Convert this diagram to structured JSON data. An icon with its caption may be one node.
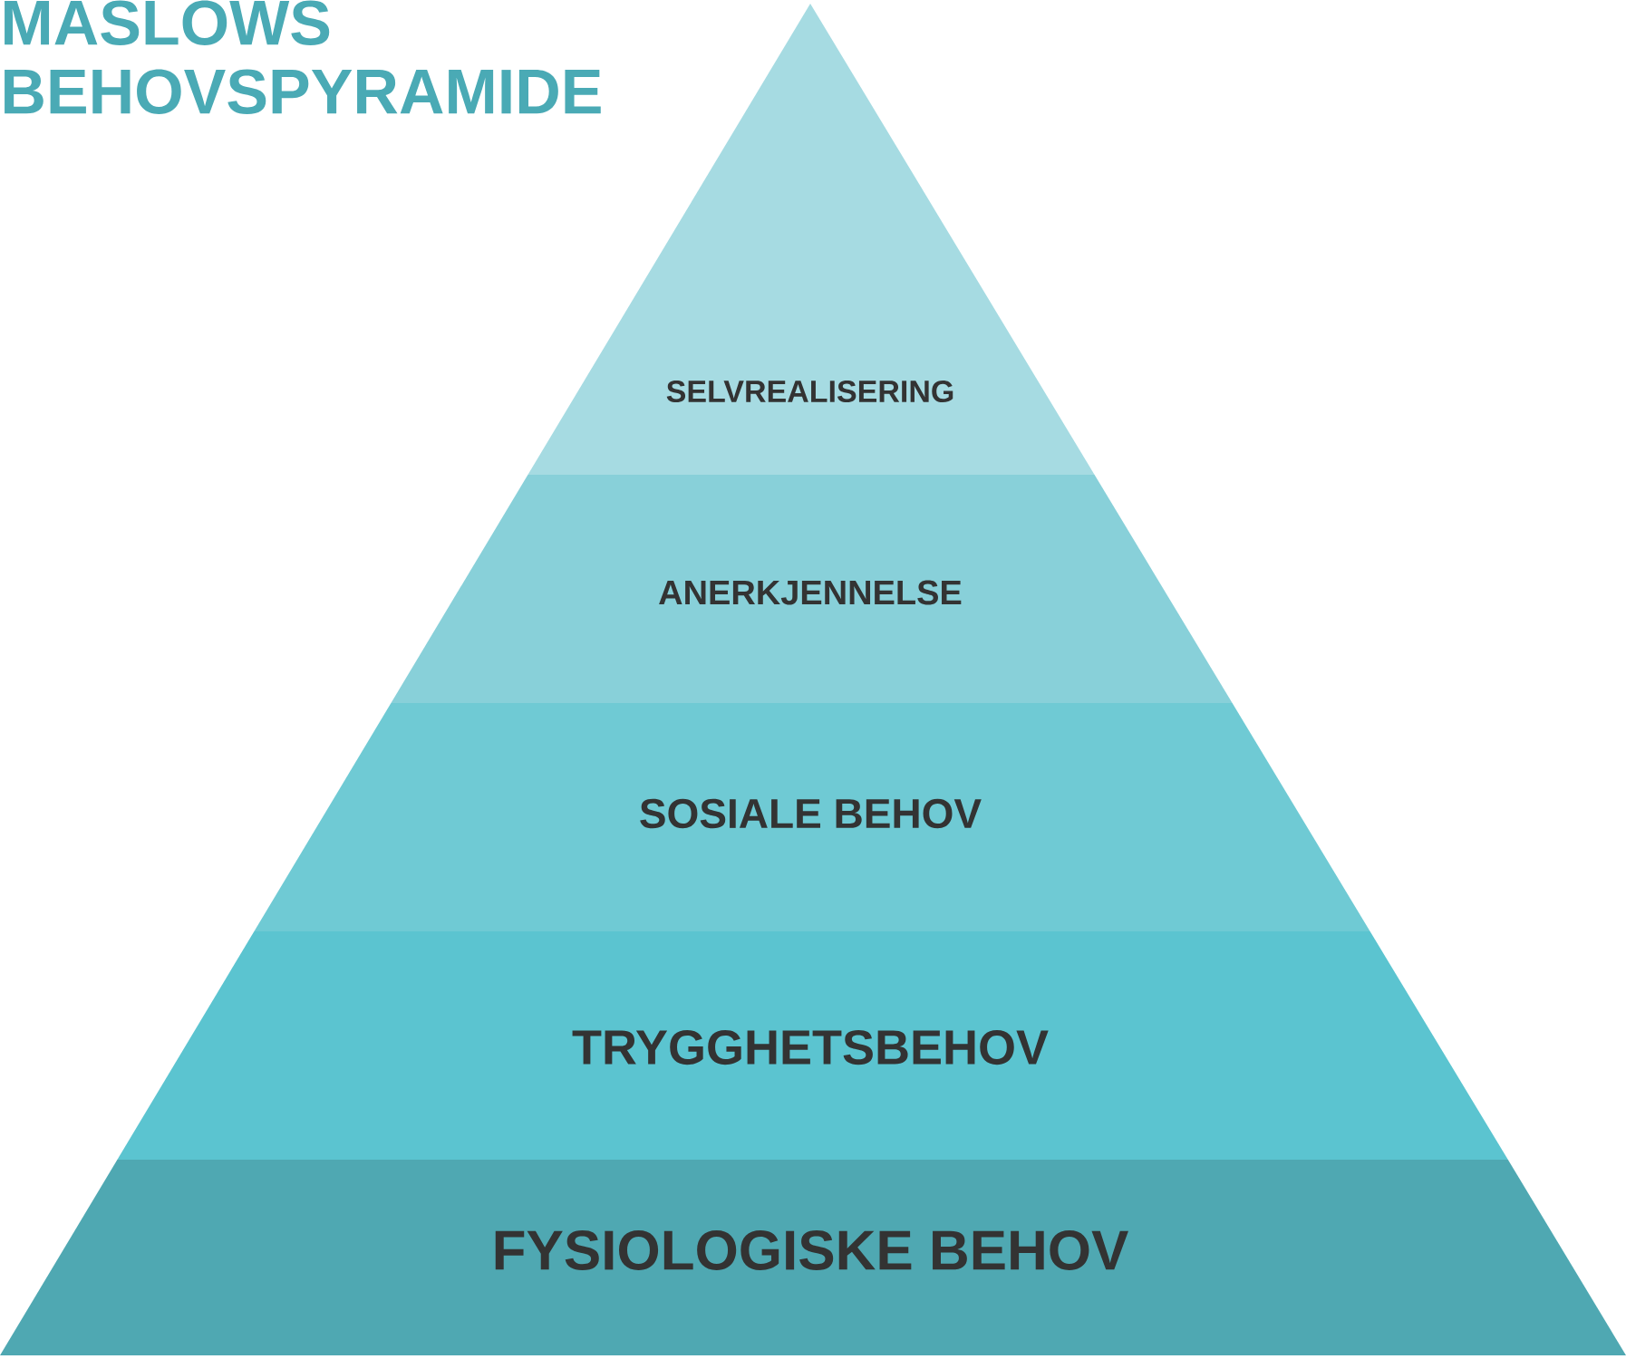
{
  "diagram": {
    "title": "MASLOWS BEHOVSPYRAMIDE",
    "nodes": [
      {
        "text": [
          "SELVREALISERING"
        ]
      },
      {
        "text": [
          "ANERKJENNELSE"
        ]
      },
      {
        "text": [
          "SOSIALE BEHOV"
        ]
      },
      {
        "text": [
          "TRYGGHETSBEHOV"
        ]
      },
      {
        "text": [
          "FYSIOLOGISKE BEHOV"
        ]
      }
    ]
  }
}
